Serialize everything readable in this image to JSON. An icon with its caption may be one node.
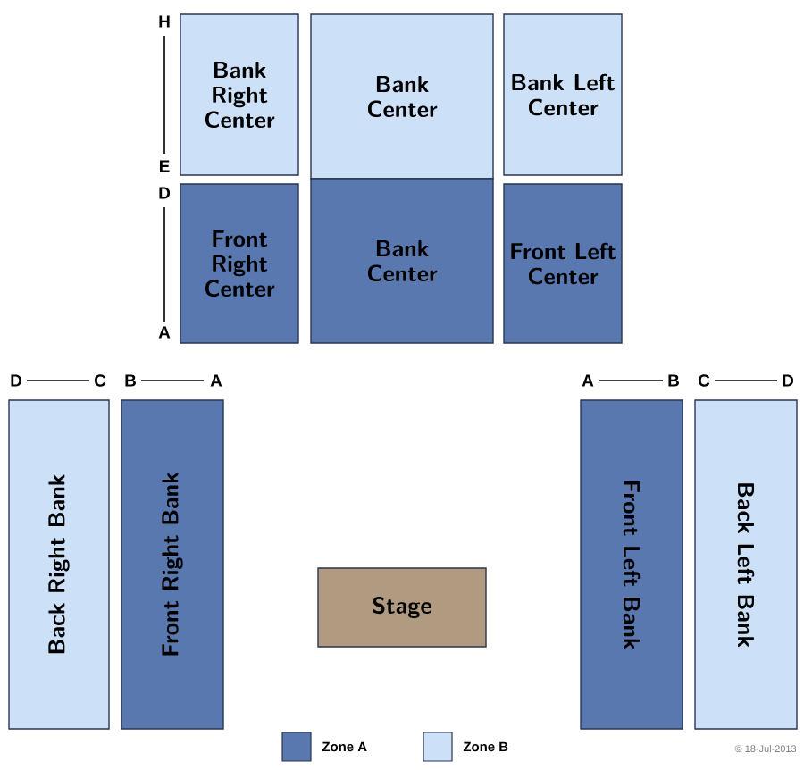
{
  "diagram": {
    "nodes": [
      {
        "text": [
          "Bank Right Center"
        ]
      },
      {
        "text": [
          "Bank Center"
        ]
      },
      {
        "text": [
          "Bank Left Center"
        ]
      },
      {
        "text": [
          "Front Right Center"
        ]
      },
      {
        "text": [
          "Bank Center"
        ]
      },
      {
        "text": [
          "Front Left Center"
        ]
      },
      {
        "text": [
          "Back Right Bank"
        ]
      },
      {
        "text": [
          "Front Right Bank"
        ]
      },
      {
        "text": [
          "Stage"
        ]
      },
      {
        "text": [
          "Front Left Bank"
        ]
      },
      {
        "text": [
          "Back Left Bank"
        ]
      }
    ],
    "labels": [
      "H",
      "E",
      "D",
      "A",
      "D",
      "C",
      "B",
      "A",
      "A",
      "B",
      "C",
      "D",
      "© 18-Jul-2013"
    ],
    "legend": [
      {
        "text": "Zone A",
        "color": "#5a78b0"
      },
      {
        "text": "Zone B",
        "color": "#cce0f8"
      }
    ]
  }
}
